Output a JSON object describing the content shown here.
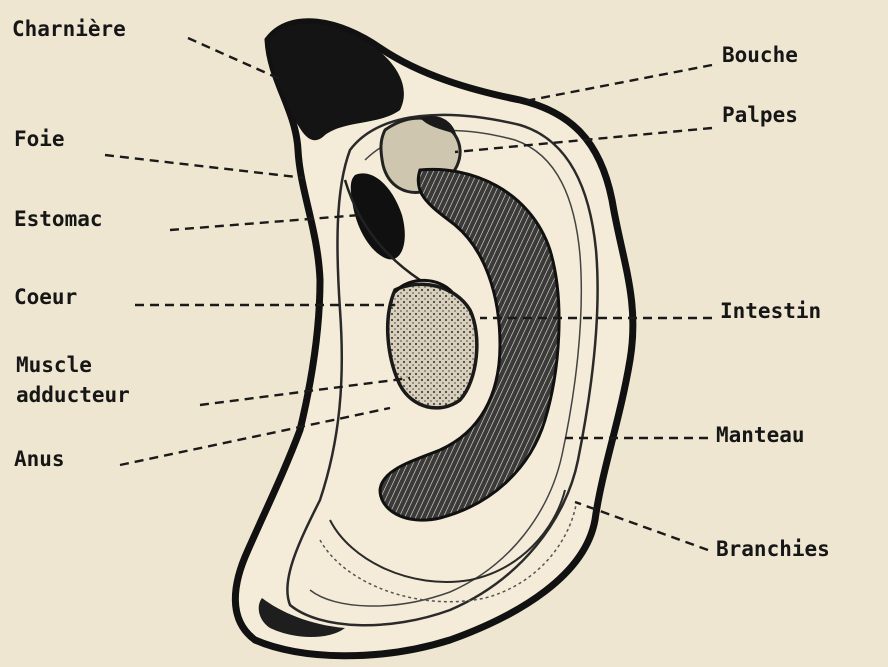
{
  "labels": {
    "charniere": "Charnière",
    "foie": "Foie",
    "estomac": "Estomac",
    "coeur": "Coeur",
    "muscle_line1": "Muscle",
    "muscle_line2": "adducteur",
    "anus": "Anus",
    "bouche": "Bouche",
    "palpes": "Palpes",
    "intestin": "Intestin",
    "manteau": "Manteau",
    "branchies": "Branchies"
  },
  "colors": {
    "paper": "#efe6d1",
    "ink": "#161616"
  }
}
